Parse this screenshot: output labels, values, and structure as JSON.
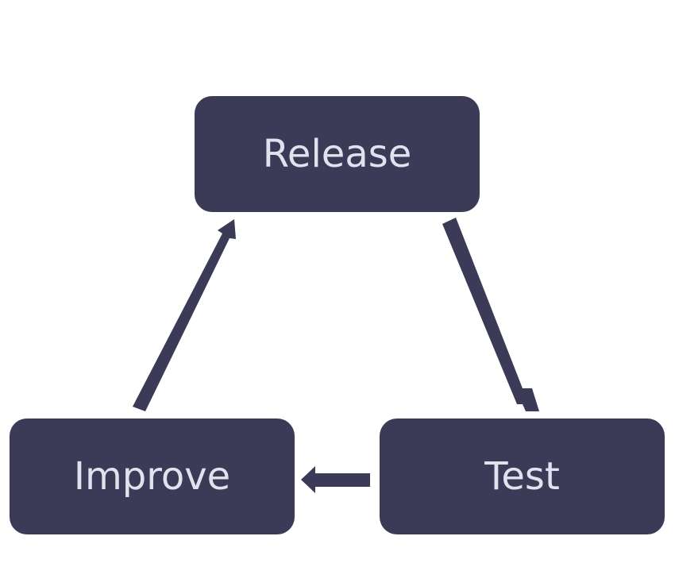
{
  "diagram": {
    "type": "cycle",
    "nodes": [
      {
        "id": "release",
        "label": "Release"
      },
      {
        "id": "test",
        "label": "Test"
      },
      {
        "id": "improve",
        "label": "Improve"
      }
    ],
    "edges": [
      {
        "from": "release",
        "to": "test"
      },
      {
        "from": "test",
        "to": "improve"
      },
      {
        "from": "improve",
        "to": "release"
      }
    ],
    "colors": {
      "node_fill": "#3b3b58",
      "node_text": "#e4e1ef",
      "arrow": "#3b3b58",
      "background": "#ffffff"
    }
  }
}
